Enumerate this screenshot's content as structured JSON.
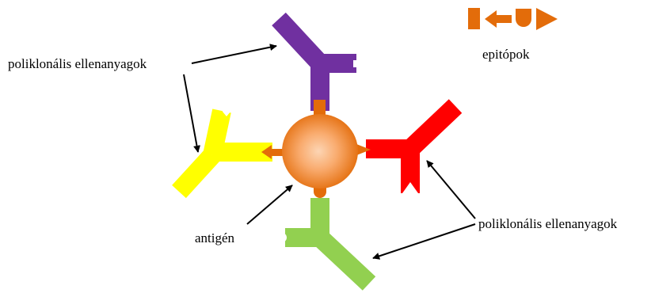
{
  "labels": {
    "antibodies_left": "poliklonális ellenanyagok",
    "antibodies_right": "poliklonális ellenanyagok",
    "epitopes": "epitópok",
    "antigen": "antigén"
  },
  "colors": {
    "antibody_purple": "#7030a0",
    "antibody_yellow": "#ffff00",
    "antibody_red": "#ff0000",
    "antibody_green": "#92d050",
    "epitope_orange": "#e36c0a",
    "antigen_center": "#fcd5b4",
    "antigen_edge": "#e36c0a",
    "arrow": "#000000"
  },
  "legend": {
    "shapes": [
      "square-epitope",
      "arrow-epitope",
      "cup-epitope",
      "triangle-epitope"
    ]
  }
}
